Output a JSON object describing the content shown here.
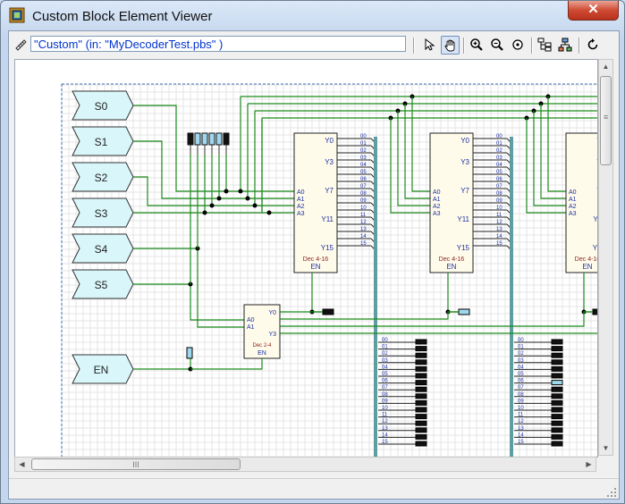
{
  "window": {
    "title": "Custom Block Element Viewer",
    "close_label": "✕"
  },
  "toolbar": {
    "title_text": "\"Custom\"  (in: \"MyDecoderTest.pbs\" )",
    "buttons": [
      "select-tool",
      "pan-tool",
      "zoom-in",
      "zoom-out",
      "zoom-fit",
      "tree-view",
      "hierarchy",
      "refresh"
    ]
  },
  "schematic": {
    "inputs": [
      "S0",
      "S1",
      "S2",
      "S3",
      "S4",
      "S5",
      "EN"
    ],
    "decoder_4_16": {
      "name": "Dec 4-16",
      "enable": "EN",
      "inputs": [
        "A0",
        "A1",
        "A2",
        "A3"
      ],
      "outputs": [
        "Y0",
        "Y3",
        "Y7",
        "Y11",
        "Y15"
      ],
      "pins": [
        "00",
        "01",
        "02",
        "03",
        "04",
        "05",
        "06",
        "07",
        "08",
        "09",
        "10",
        "11",
        "12",
        "13",
        "14",
        "15"
      ]
    },
    "decoder_2_4": {
      "name": "Dec 2-4",
      "enable": "EN",
      "inputs": [
        "A0",
        "A1"
      ],
      "outputs": [
        "Y0",
        "Y3"
      ]
    },
    "bus_labels": [
      "00",
      "01",
      "02",
      "03",
      "04",
      "05",
      "06",
      "07",
      "08",
      "09",
      "10",
      "11",
      "12",
      "13",
      "14",
      "15"
    ]
  },
  "scrollbars": {
    "h_thumb_glyph": "III",
    "v_thumb_glyph": "≡"
  },
  "colors": {
    "wire": "#1a8a1a",
    "input_fill": "#d9f6fa",
    "block_fill": "#fffbea",
    "bus": "#5f9ea0",
    "led_on": "#9fd8ee",
    "led_off": "#111111"
  }
}
